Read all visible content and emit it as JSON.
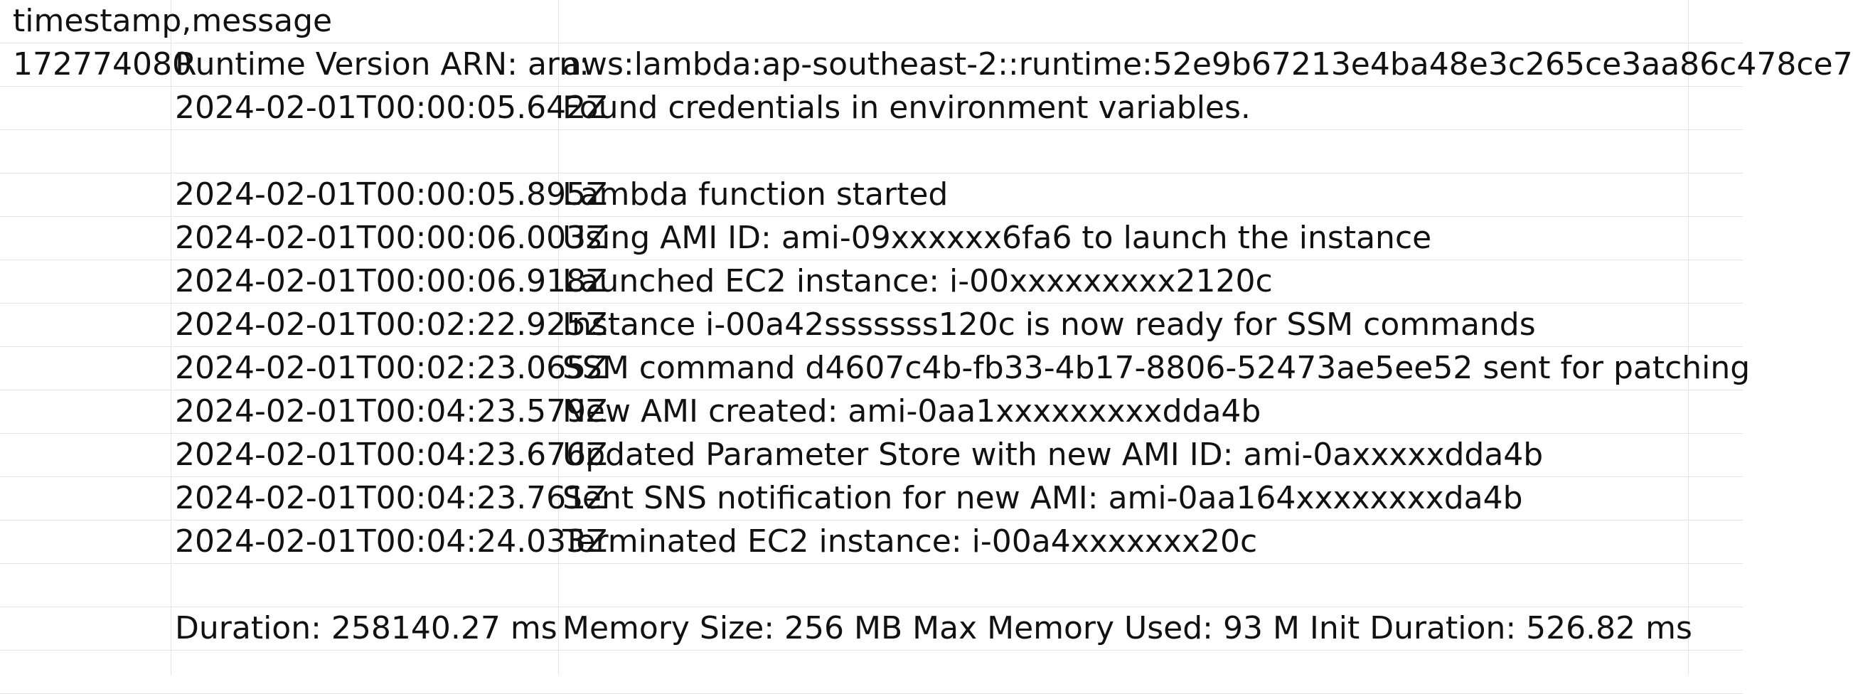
{
  "sheet": {
    "rows": [
      {
        "a": "timestamp,message",
        "b": "",
        "c": ""
      },
      {
        "a": "172774080",
        "b": "Runtime Version ARN: arn:",
        "c": "aws:lambda:ap-southeast-2::runtime:52e9b67213e4ba48e3c265ce3aa86c478ce7"
      },
      {
        "a": "",
        "b": "2024-02-01T00:00:05.642Z",
        "c": "Found credentials in environment variables."
      },
      {
        "a": "",
        "b": "",
        "c": ""
      },
      {
        "a": "",
        "b": "2024-02-01T00:00:05.895Z",
        "c": "Lambda function started"
      },
      {
        "a": "",
        "b": "2024-02-01T00:00:06.003Z",
        "c": "Using AMI ID: ami-09xxxxxx6fa6 to launch the instance"
      },
      {
        "a": "",
        "b": "2024-02-01T00:00:06.918Z",
        "c": "Launched EC2 instance: i-00xxxxxxxxx2120c"
      },
      {
        "a": "",
        "b": "2024-02-01T00:02:22.925Z",
        "c": "Instance i-00a42sssssss120c is now ready for SSM commands"
      },
      {
        "a": "",
        "b": "2024-02-01T00:02:23.065Z",
        "c": "SSM command d4607c4b-fb33-4b17-8806-52473ae5ee52 sent for patching"
      },
      {
        "a": "",
        "b": "2024-02-01T00:04:23.579Z",
        "c": "New AMI created: ami-0aa1xxxxxxxxxdda4b"
      },
      {
        "a": "",
        "b": "2024-02-01T00:04:23.676Z",
        "c": "Updated Parameter Store with new AMI ID: ami-0axxxxxdda4b"
      },
      {
        "a": "",
        "b": "2024-02-01T00:04:23.761Z",
        "c": "Sent SNS notification for new AMI: ami-0aa164xxxxxxxxda4b"
      },
      {
        "a": "",
        "b": "2024-02-01T00:04:24.033Z",
        "c": "Terminated EC2 instance: i-00a4xxxxxxx20c"
      },
      {
        "a": "",
        "b": "",
        "c": ""
      },
      {
        "a": "",
        "b": "Duration: 258140.27 ms",
        "c": "Memory Size: 256 MB Max Memory Used: 93 M Init Duration: 526.82 ms"
      }
    ]
  }
}
